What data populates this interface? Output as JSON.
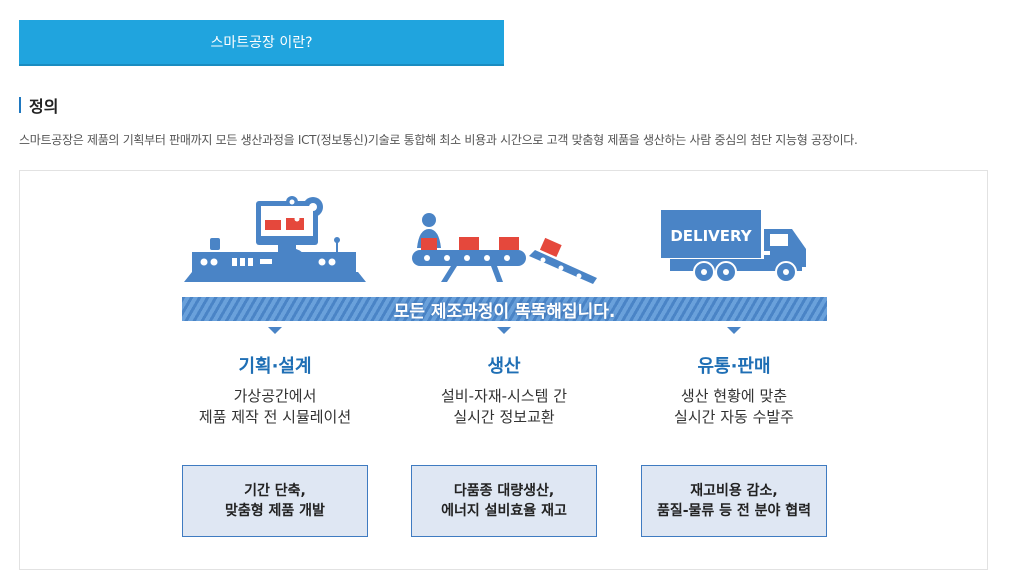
{
  "header": {
    "tab_label": "스마트공장 이란?"
  },
  "section": {
    "title": "정의",
    "description": "스마트공장은 제품의 기획부터 판매까지 모든 생산과정을 ICT(정보통신)기술로 통합해 최소 비용과 시간으로 고객 맞춤형 제품을 생산하는 사람 중심의 첨단 지능형 공장이다."
  },
  "diagram": {
    "banner": "모든 제조과정이 똑똑해집니다.",
    "truck_label": "DELIVERY",
    "colors": {
      "primary": "#4a84c6",
      "accent": "#1f6fb5",
      "red": "#e5483c",
      "box_bg": "#dfe7f3",
      "tab": "#20a4de"
    },
    "stages": [
      {
        "title": "기획·설계",
        "line1": "가상공간에서",
        "line2": "제품 제작 전 시뮬레이션",
        "box1": "기간 단축,",
        "box2": "맞춤형 제품 개발",
        "icon": "computer-operator-icon"
      },
      {
        "title": "생산",
        "line1": "설비-자재-시스템 간",
        "line2": "실시간 정보교환",
        "box1": "다품종 대량생산,",
        "box2": "에너지 설비효율 재고",
        "icon": "conveyor-belt-icon"
      },
      {
        "title": "유통·판매",
        "line1": "생산 현황에 맞춘",
        "line2": "실시간 자동 수발주",
        "box1": "재고비용 감소,",
        "box2": "품질-물류 등 전 분야 협력",
        "icon": "delivery-truck-icon"
      }
    ]
  }
}
